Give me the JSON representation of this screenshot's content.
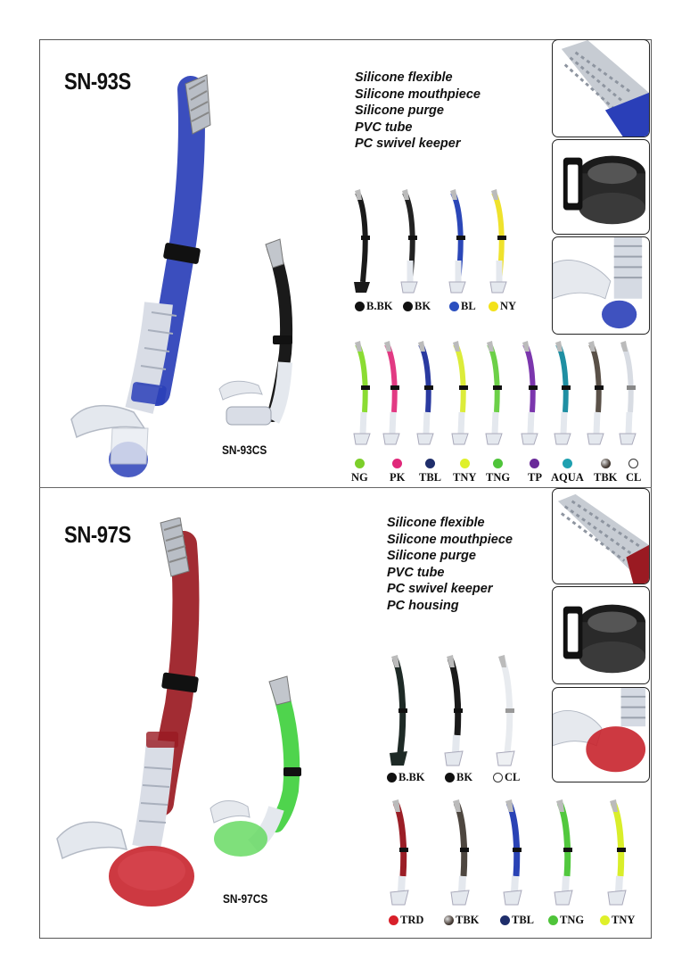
{
  "top": {
    "model": "SN-93S",
    "compact_model": "SN-93CS",
    "features": [
      "Silicone flexible",
      "Silicone mouthpiece",
      "Silicone purge",
      "PVC tube",
      "PC swivel keeper"
    ],
    "row1": [
      {
        "code": "B.BK",
        "color": "#111111",
        "tube": "#1a1a1a"
      },
      {
        "code": "BK",
        "color": "#111111",
        "tube": "#222222"
      },
      {
        "code": "BL",
        "color": "#2b4fbf",
        "tube": "#2b47b8"
      },
      {
        "code": "NY",
        "color": "#f3e21a",
        "tube": "#efe22c"
      }
    ],
    "row2": [
      {
        "code": "NG",
        "color": "#7ccf2a",
        "tube": "#8bdc33"
      },
      {
        "code": "PK",
        "color": "#e0287a",
        "tube": "#e23a83"
      },
      {
        "code": "TBL",
        "color": "#1f2e6b",
        "tube": "#2a3aa0"
      },
      {
        "code": "TNY",
        "color": "#dff02a",
        "tube": "#dcec3a"
      },
      {
        "code": "TNG",
        "color": "#4fc43a",
        "tube": "#6cd048"
      },
      {
        "code": "TP",
        "color": "#6a2a9a",
        "tube": "#7b36ad"
      },
      {
        "code": "AQUA",
        "color": "#1fa0b0",
        "tube": "#1f8fa3"
      },
      {
        "code": "TBK",
        "color": "#4a3f38",
        "tube": "#5a5148"
      },
      {
        "code": "CL",
        "color": "#ffffff",
        "tube": "#e6e9ee"
      }
    ]
  },
  "bottom": {
    "model": "SN-97S",
    "compact_model": "SN-97CS",
    "features": [
      "Silicone flexible",
      "Silicone mouthpiece",
      "Silicone purge",
      "PVC tube",
      "PC swivel keeper",
      "PC housing"
    ],
    "row1": [
      {
        "code": "B.BK",
        "color": "#111111",
        "tube": "#1e2a26"
      },
      {
        "code": "BK",
        "color": "#111111",
        "tube": "#1a1a1a"
      },
      {
        "code": "CL",
        "color": "#ffffff",
        "tube": "#e8ebef"
      }
    ],
    "row2": [
      {
        "code": "TRD",
        "color": "#d8202a",
        "tube": "#9b1e26"
      },
      {
        "code": "TBK",
        "color": "#4a3f38",
        "tube": "#4e4740"
      },
      {
        "code": "TBL",
        "color": "#1f2e6b",
        "tube": "#2a43b5"
      },
      {
        "code": "TNG",
        "color": "#4fc43a",
        "tube": "#52c83e"
      },
      {
        "code": "TNY",
        "color": "#dff02a",
        "tube": "#d9ee2a"
      }
    ]
  },
  "colors": {
    "top_main_tube": "#2a3fb8",
    "bottom_main_tube": "#9a1a22",
    "compact_top_tube": "#1a1a1a",
    "compact_bottom_tube": "#3ccf3a"
  }
}
